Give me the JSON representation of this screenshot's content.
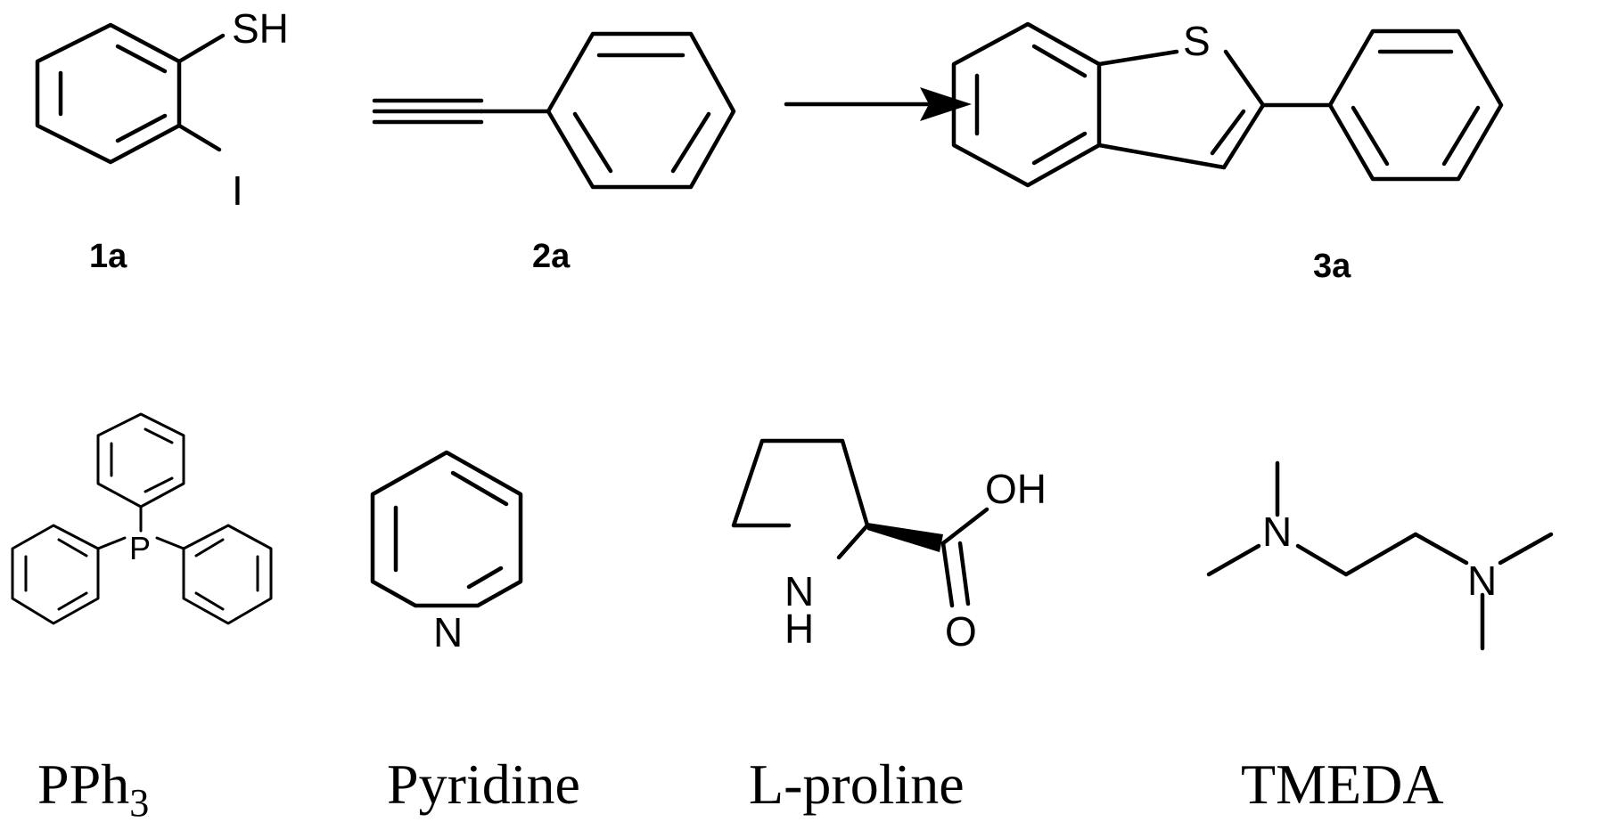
{
  "reaction": {
    "compound_labels": {
      "c1a": "1a",
      "c2a": "2a",
      "c3a": "3a"
    },
    "atoms": {
      "thiol": "SH",
      "iodine": "I",
      "sulfur": "S"
    }
  },
  "reagents": {
    "pph3": {
      "atom_p": "P",
      "name_main": "PPh",
      "name_sub": "3"
    },
    "pyridine": {
      "atom_n": "N",
      "name": "Pyridine"
    },
    "proline": {
      "atom_n": "N",
      "atom_h": "H",
      "atom_oh": "OH",
      "atom_o": "O",
      "name": "L-proline"
    },
    "tmeda": {
      "atom_n": "N",
      "name": "TMEDA"
    }
  },
  "colors": {
    "ink": "#000000",
    "background": "#ffffff"
  }
}
